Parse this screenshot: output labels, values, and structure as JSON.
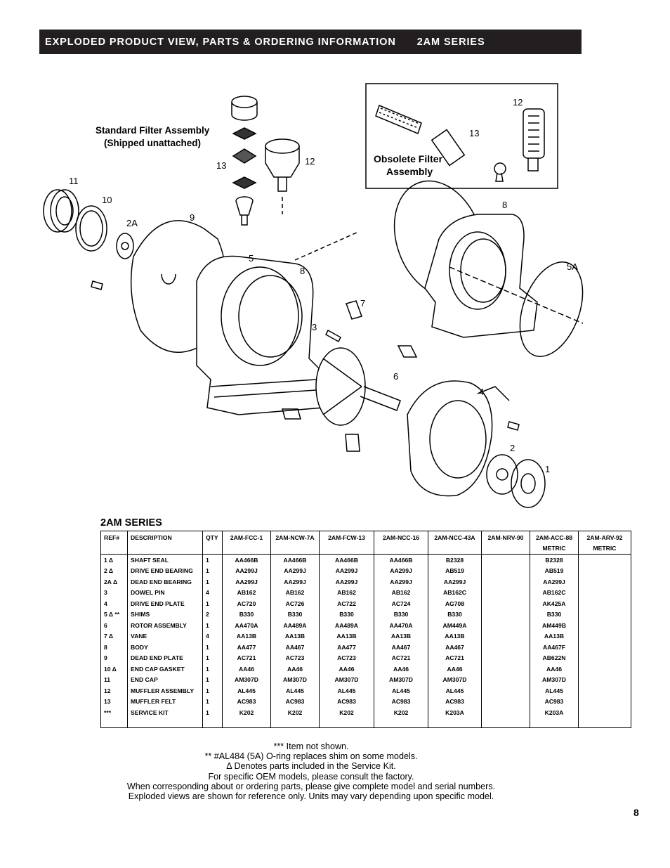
{
  "header": {
    "title": "EXPLODED PRODUCT VIEW, PARTS & ORDERING INFORMATION",
    "series": "2AM SERIES"
  },
  "diagram": {
    "standard_filter_line1": "Standard Filter Assembly",
    "standard_filter_line2": "(Shipped unattached)",
    "obsolete_filter_line1": "Obsolete Filter",
    "obsolete_filter_line2": "Assembly",
    "callouts": [
      "1",
      "2",
      "2A",
      "3",
      "4",
      "5",
      "5A",
      "6",
      "7",
      "8",
      "9",
      "10",
      "11",
      "12",
      "13"
    ]
  },
  "table": {
    "title": "2AM SERIES",
    "columns": [
      "REF#",
      "DESCRIPTION",
      "QTY",
      "2AM-FCC-1",
      "2AM-NCW-7A",
      "2AM-FCW-13",
      "2AM-NCC-16",
      "2AM-NCC-43A",
      "2AM-NRV-90",
      "2AM-ACC-88",
      "2AM-ARV-92"
    ],
    "column_subs": [
      "",
      "",
      "",
      "",
      "",
      "",
      "",
      "",
      "",
      "METRIC",
      "METRIC"
    ],
    "rows": [
      [
        "1 Δ",
        "SHAFT SEAL",
        "1",
        "AA466B",
        "AA466B",
        "AA466B",
        "AA466B",
        "B2328",
        "",
        "B2328",
        ""
      ],
      [
        "2 Δ",
        "DRIVE END BEARING",
        "1",
        "AA299J",
        "AA299J",
        "AA299J",
        "AA299J",
        "AB519",
        "",
        "AB519",
        ""
      ],
      [
        "2A Δ",
        "DEAD END BEARING",
        "1",
        "AA299J",
        "AA299J",
        "AA299J",
        "AA299J",
        "AA299J",
        "",
        "AA299J",
        ""
      ],
      [
        "3",
        "DOWEL PIN",
        "4",
        "AB162",
        "AB162",
        "AB162",
        "AB162",
        "AB162C",
        "",
        "AB162C",
        ""
      ],
      [
        "4",
        "DRIVE END PLATE",
        "1",
        "AC720",
        "AC726",
        "AC722",
        "AC724",
        "AG708",
        "",
        "AK425A",
        ""
      ],
      [
        "5 Δ **",
        "SHIMS",
        "2",
        "B330",
        "B330",
        "B330",
        "B330",
        "B330",
        "",
        "B330",
        ""
      ],
      [
        "6",
        "ROTOR ASSEMBLY",
        "1",
        "AA470A",
        "AA489A",
        "AA489A",
        "AA470A",
        "AM449A",
        "",
        "AM449B",
        ""
      ],
      [
        "7 Δ",
        "VANE",
        "4",
        "AA13B",
        "AA13B",
        "AA13B",
        "AA13B",
        "AA13B",
        "",
        "AA13B",
        ""
      ],
      [
        "8",
        "BODY",
        "1",
        "AA477",
        "AA467",
        "AA477",
        "AA467",
        "AA467",
        "",
        "AA467F",
        ""
      ],
      [
        "9",
        "DEAD END PLATE",
        "1",
        "AC721",
        "AC723",
        "AC723",
        "AC721",
        "AC721",
        "",
        "AB622N",
        ""
      ],
      [
        "10 Δ",
        "END CAP GASKET",
        "1",
        "AA46",
        "AA46",
        "AA46",
        "AA46",
        "AA46",
        "",
        "AA46",
        ""
      ],
      [
        "11",
        "END CAP",
        "1",
        "AM307D",
        "AM307D",
        "AM307D",
        "AM307D",
        "AM307D",
        "",
        "AM307D",
        ""
      ],
      [
        "12",
        "MUFFLER ASSEMBLY",
        "1",
        "AL445",
        "AL445",
        "AL445",
        "AL445",
        "AL445",
        "",
        "AL445",
        ""
      ],
      [
        "13",
        "MUFFLER FELT",
        "1",
        "AC983",
        "AC983",
        "AC983",
        "AC983",
        "AC983",
        "",
        "AC983",
        ""
      ],
      [
        "***",
        "SERVICE KIT",
        "1",
        "K202",
        "K202",
        "K202",
        "K202",
        "K203A",
        "",
        "K203A",
        ""
      ]
    ]
  },
  "notes": [
    "***  Item not shown.",
    "**  #AL484 (5A) O-ring replaces shim on some models.",
    "Δ  Denotes parts included in the Service Kit.",
    "For specific OEM models, please consult the factory.",
    "When corresponding about or ordering parts, please give complete model and serial numbers.",
    "Exploded views are shown for reference only.  Units may vary depending upon specific model."
  ],
  "page_number": "8"
}
